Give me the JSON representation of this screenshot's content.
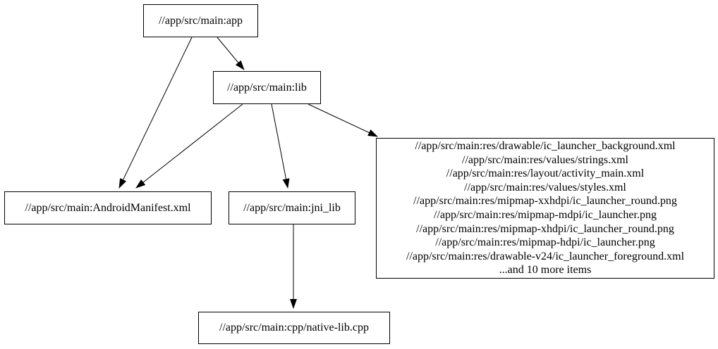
{
  "diagram": {
    "type": "dependency-graph",
    "background_color": "#ffffff",
    "node_border_color": "#000000",
    "edge_color": "#000000",
    "text_color": "#000000",
    "nodes": {
      "app": {
        "label": "//app/src/main:app"
      },
      "lib": {
        "label": "//app/src/main:lib"
      },
      "manifest": {
        "label": "//app/src/main:AndroidManifest.xml"
      },
      "jni_lib": {
        "label": "//app/src/main:jni_lib"
      },
      "native_cpp": {
        "label": "//app/src/main:cpp/native-lib.cpp"
      },
      "resources": {
        "lines": [
          "//app/src/main:res/drawable/ic_launcher_background.xml",
          "//app/src/main:res/values/strings.xml",
          "//app/src/main:res/layout/activity_main.xml",
          "//app/src/main:res/values/styles.xml",
          "//app/src/main:res/mipmap-xxhdpi/ic_launcher_round.png",
          "//app/src/main:res/mipmap-mdpi/ic_launcher.png",
          "//app/src/main:res/mipmap-xhdpi/ic_launcher_round.png",
          "//app/src/main:res/mipmap-hdpi/ic_launcher.png",
          "//app/src/main:res/drawable-v24/ic_launcher_foreground.xml",
          "...and 10 more items"
        ]
      }
    },
    "edges": [
      {
        "from": "//app/src/main:app",
        "to": "//app/src/main:AndroidManifest.xml"
      },
      {
        "from": "//app/src/main:app",
        "to": "//app/src/main:lib"
      },
      {
        "from": "//app/src/main:lib",
        "to": "//app/src/main:AndroidManifest.xml"
      },
      {
        "from": "//app/src/main:lib",
        "to": "//app/src/main:jni_lib"
      },
      {
        "from": "//app/src/main:lib",
        "to": "resources-group"
      },
      {
        "from": "//app/src/main:jni_lib",
        "to": "//app/src/main:cpp/native-lib.cpp"
      }
    ]
  }
}
